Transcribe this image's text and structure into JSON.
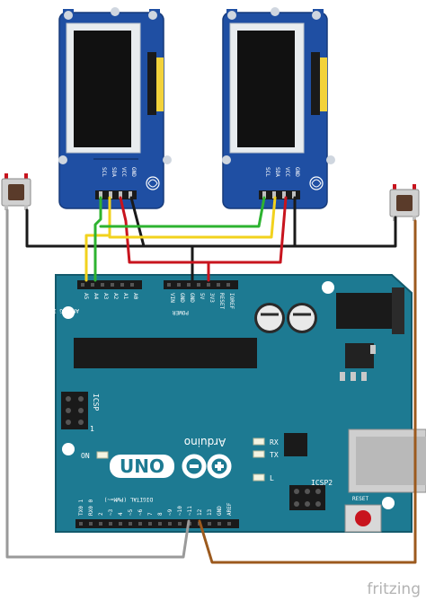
{
  "oled_left": {
    "pins": [
      "SCL",
      "SDA",
      "VCC",
      "GND"
    ]
  },
  "oled_right": {
    "pins": [
      "SCL",
      "SDA",
      "VCC",
      "GND"
    ]
  },
  "arduino": {
    "brand": "Arduino",
    "model": "UNO",
    "on_label": "ON",
    "tx_label": "TX",
    "rx_label": "RX",
    "l_label": "L",
    "icsp_label": "ICSP",
    "icsp2_label": "ICSP2",
    "one_label": "1",
    "reset_label": "RESET",
    "analog_label": "ANALOG IN",
    "analog_pins": [
      "A5",
      "A4",
      "A3",
      "A2",
      "A1",
      "A0"
    ],
    "power_label": "POWER",
    "power_pins": [
      "VIN",
      "GND",
      "GND",
      "5V",
      "3V3",
      "RESET",
      "IOREF"
    ],
    "digital_label": "DIGITAL (PWM=~)",
    "digital_pins": [
      "TX0 1",
      "RX0 0",
      "2",
      "~3",
      "4",
      "~5",
      "~6",
      "7",
      "8",
      "~9",
      "~10",
      "~11",
      "12",
      "13",
      "GND",
      "AREF"
    ]
  },
  "footer": {
    "watermark": "fritzing"
  },
  "colors": {
    "board": "#1d7a92",
    "oled_board": "#1f4fa3",
    "wire_black": "#1a1a1a",
    "wire_red": "#c8141e",
    "wire_yellow": "#f2d21d",
    "wire_green": "#2db330",
    "wire_gray": "#9a9a9a",
    "wire_brown": "#9c5a1e"
  }
}
